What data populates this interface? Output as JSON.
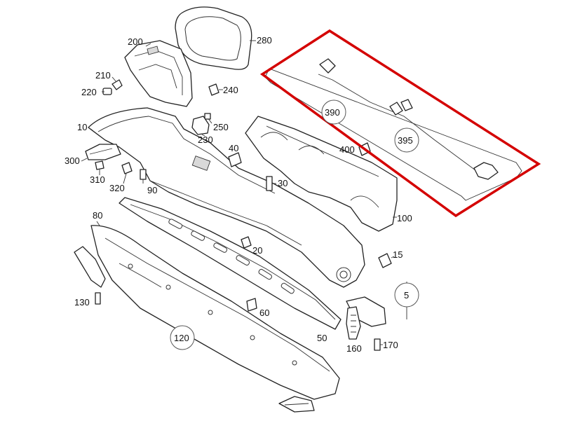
{
  "labels": {
    "l10": "10",
    "l20": "20",
    "l30": "30",
    "l40": "40",
    "l50": "50",
    "l60": "60",
    "l80": "80",
    "l90": "90",
    "l100": "100",
    "l120": "120",
    "l130": "130",
    "l15": "15",
    "l5": "5",
    "l160": "160",
    "l170": "170",
    "l200": "200",
    "l210": "210",
    "l220": "220",
    "l230": "230",
    "l240": "240",
    "l250": "250",
    "l280": "280",
    "l300": "300",
    "l310": "310",
    "l320": "320",
    "l390": "390",
    "l395": "395",
    "l400": "400"
  },
  "highlight_color": "#d40000"
}
